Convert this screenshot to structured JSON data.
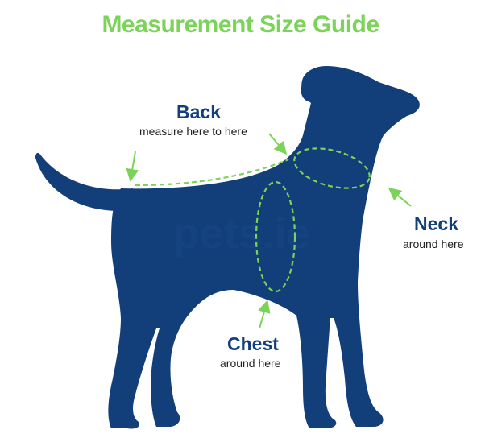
{
  "title": "Measurement Size Guide",
  "colors": {
    "title": "#7cd35a",
    "dog": "#123f7a",
    "guide": "#7cd35a",
    "label": "#123f7a",
    "sublabel": "#222222",
    "watermark": "#1c4d8c"
  },
  "labels": {
    "back": {
      "heading": "Back",
      "sub": "measure here to here"
    },
    "neck": {
      "heading": "Neck",
      "sub": "around here"
    },
    "chest": {
      "heading": "Chest",
      "sub": "around here"
    }
  },
  "watermark": "pets.ie",
  "icons": {
    "back_arrows": "arrow-icon",
    "neck_arrow": "arrow-icon",
    "chest_arrow": "arrow-icon"
  }
}
